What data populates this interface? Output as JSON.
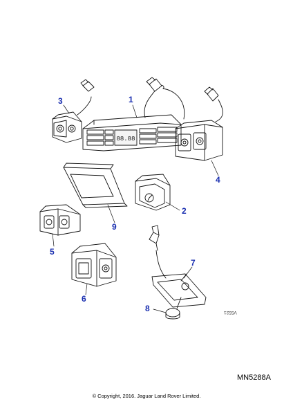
{
  "diagram": {
    "code": "MN5288A",
    "stamp": "V5521",
    "copyright": "© Copyright, 2016. Jaguar Land Rover Limited.",
    "callout_color": "#1a2fb0",
    "callouts": [
      {
        "id": "1",
        "label": "1"
      },
      {
        "id": "2",
        "label": "2"
      },
      {
        "id": "3",
        "label": "3"
      },
      {
        "id": "4",
        "label": "4"
      },
      {
        "id": "5",
        "label": "5"
      },
      {
        "id": "6",
        "label": "6"
      },
      {
        "id": "7",
        "label": "7"
      },
      {
        "id": "8",
        "label": "8"
      },
      {
        "id": "9",
        "label": "9"
      }
    ],
    "display_digits": "88.88"
  }
}
